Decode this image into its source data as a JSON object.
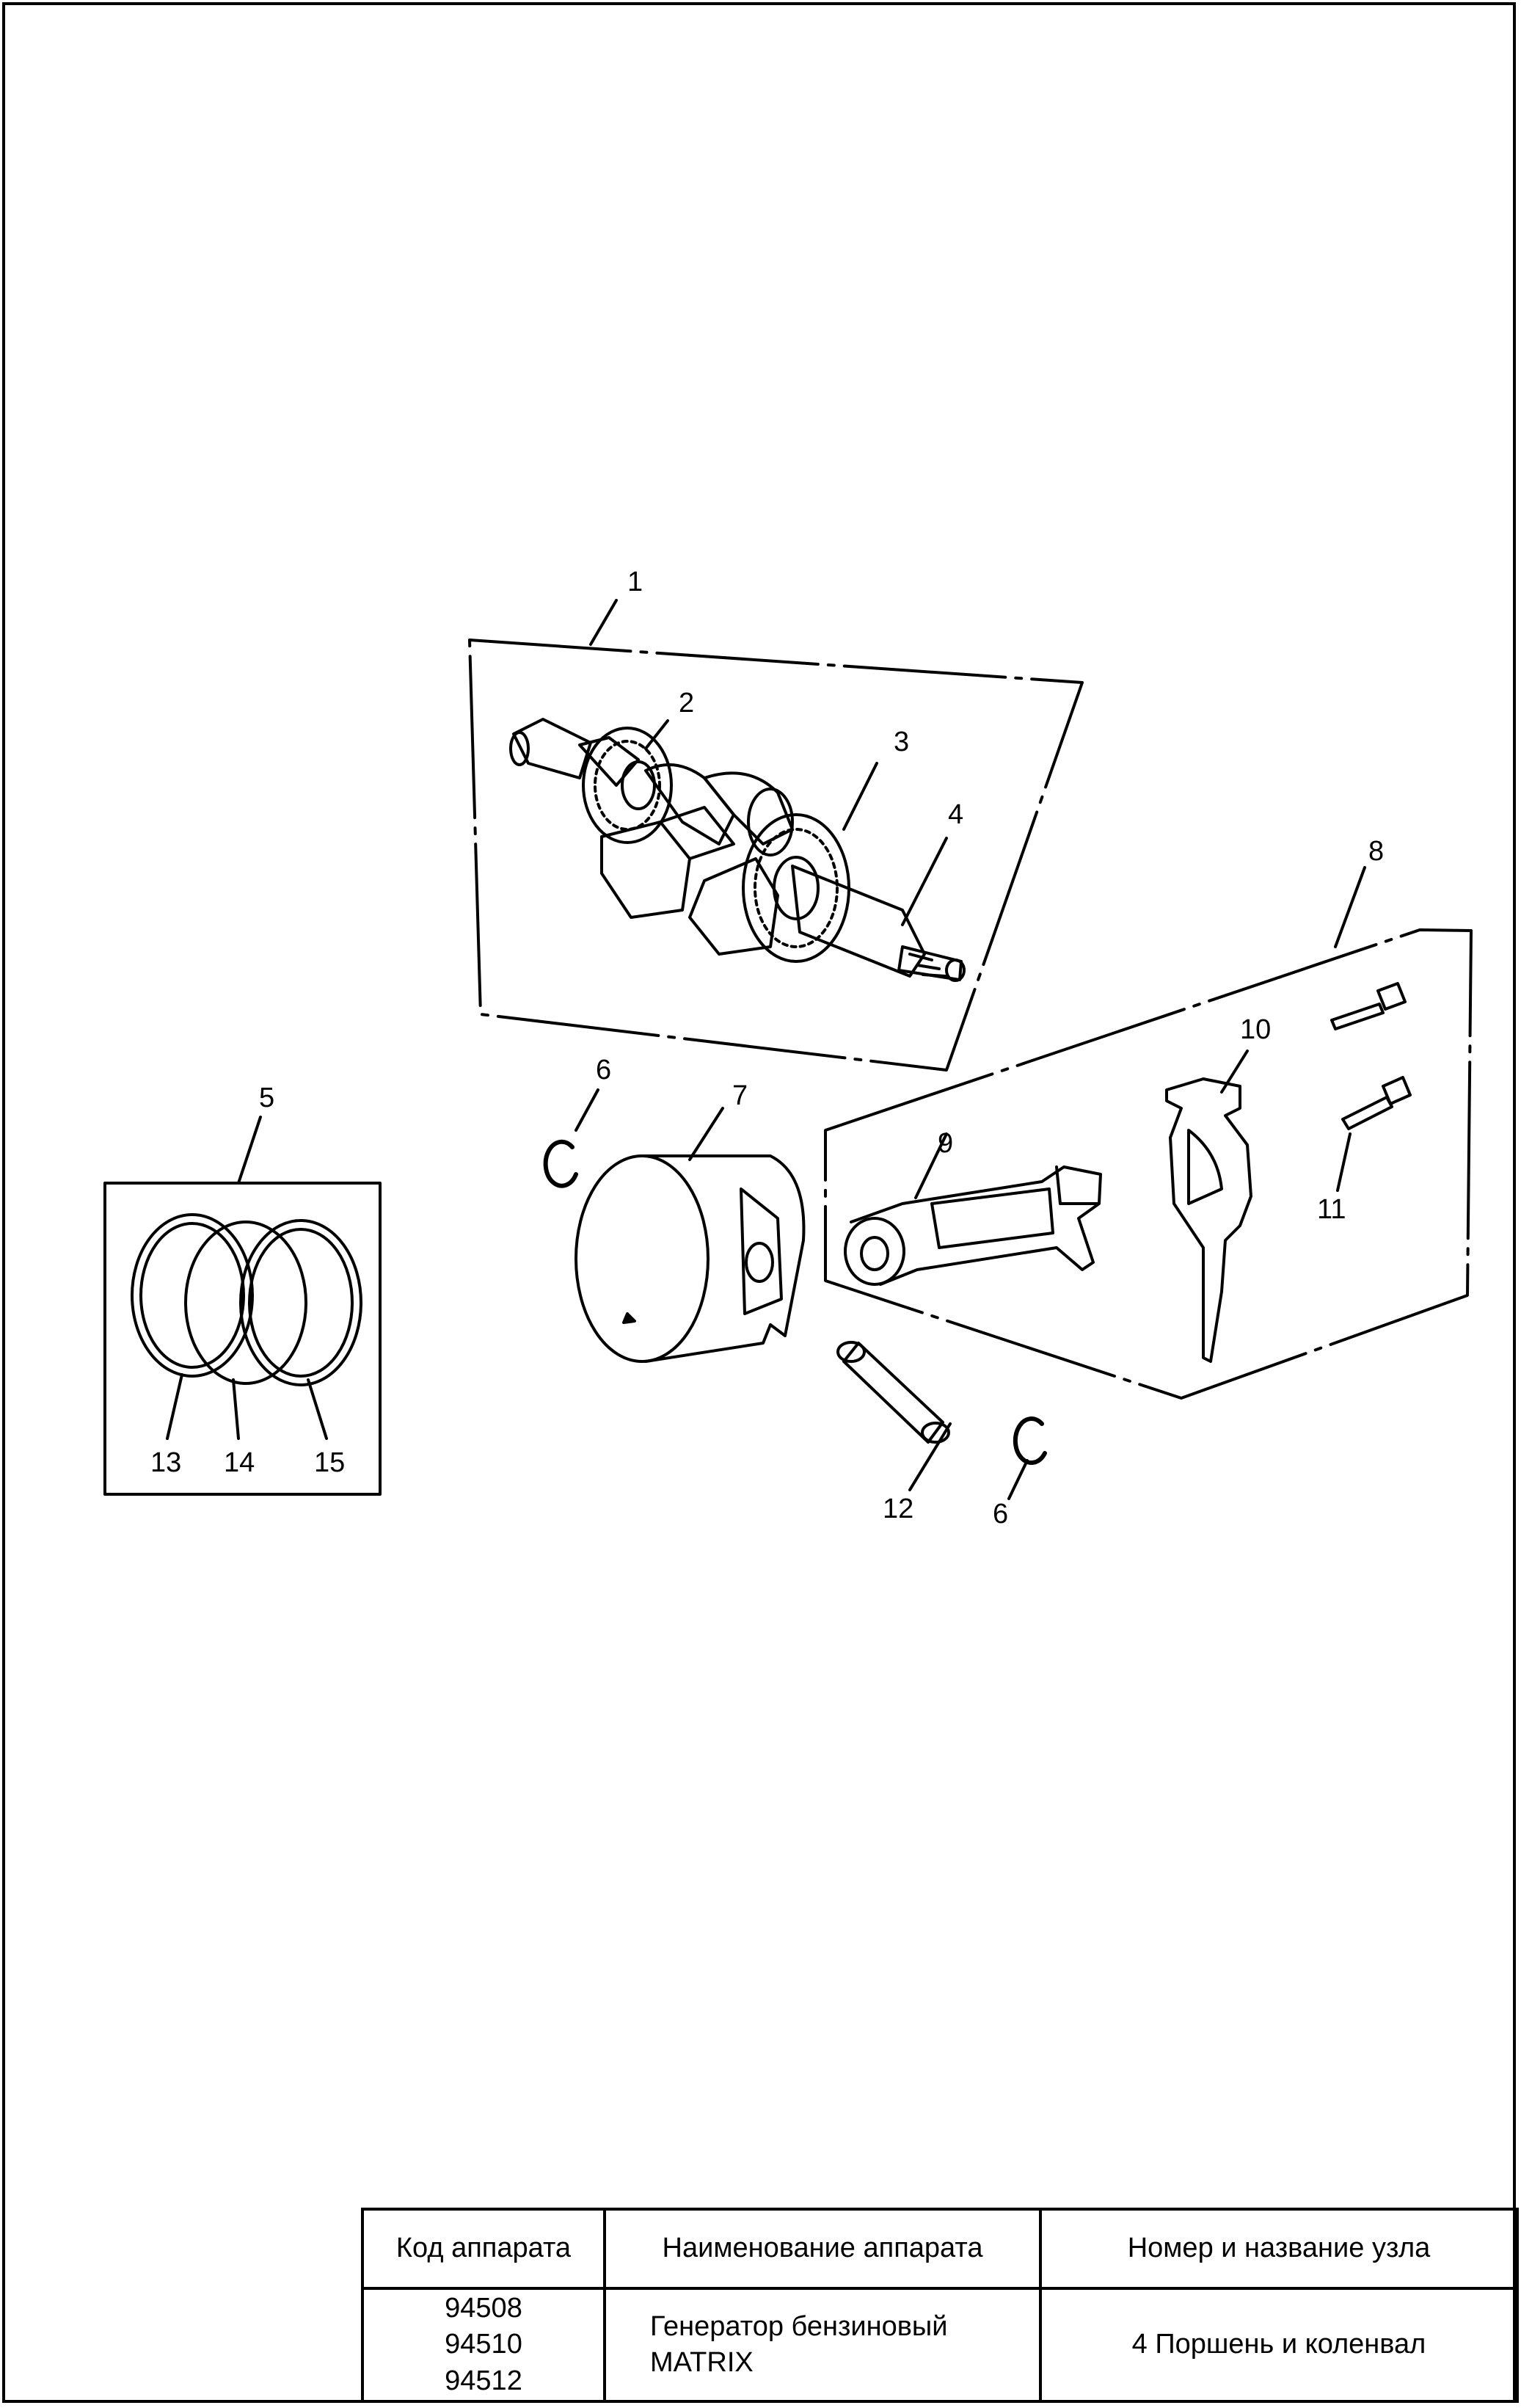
{
  "diagram": {
    "callouts": [
      {
        "id": "c1",
        "label": "1"
      },
      {
        "id": "c2",
        "label": "2"
      },
      {
        "id": "c3",
        "label": "3"
      },
      {
        "id": "c4",
        "label": "4"
      },
      {
        "id": "c5",
        "label": "5"
      },
      {
        "id": "c6a",
        "label": "6"
      },
      {
        "id": "c7",
        "label": "7"
      },
      {
        "id": "c8",
        "label": "8"
      },
      {
        "id": "c9",
        "label": "9"
      },
      {
        "id": "c10",
        "label": "10"
      },
      {
        "id": "c11",
        "label": "11"
      },
      {
        "id": "c12",
        "label": "12"
      },
      {
        "id": "c6b",
        "label": "6"
      },
      {
        "id": "c13",
        "label": "13"
      },
      {
        "id": "c14",
        "label": "14"
      },
      {
        "id": "c15",
        "label": "15"
      }
    ]
  },
  "title_block": {
    "headers": {
      "code": "Код аппарата",
      "name": "Наименование аппарата",
      "unit": "Номер и название узла"
    },
    "codes": [
      "94508",
      "94510",
      "94512"
    ],
    "device_name": "Генератор бензиновый MATRIX",
    "unit_name": "4 Поршень и коленвал"
  }
}
